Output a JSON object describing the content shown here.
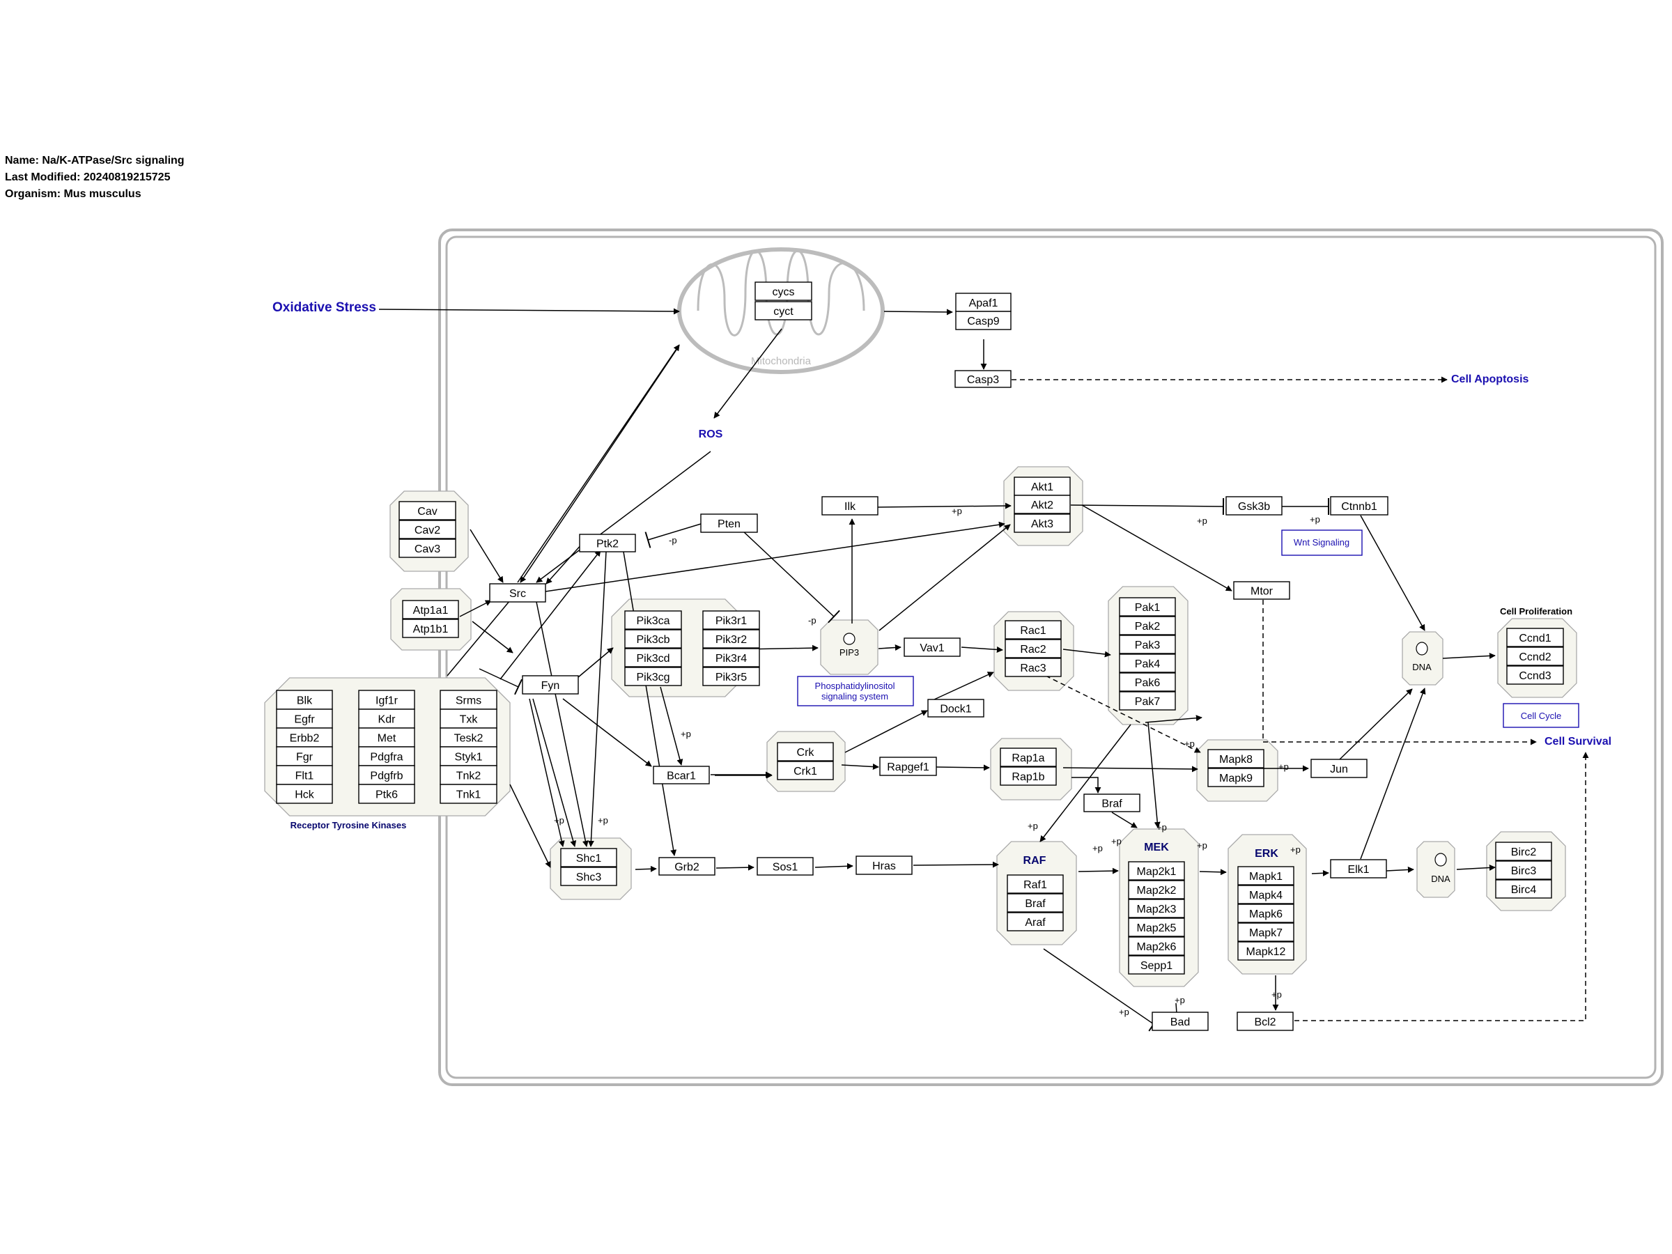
{
  "header": {
    "name": "Name: Na/K-ATPase/Src signaling",
    "modified": "Last Modified: 20240819215725",
    "organism": "Organism: Mus musculus"
  },
  "colors": {
    "accent": "#1a0fb0",
    "group_fill": "#f5f5ee",
    "group_stroke": "#aaaaaa",
    "cell_border": "#b3b3b3"
  },
  "icons": [
    "mitochondria-icon",
    "arrow-icon",
    "inhibition-icon"
  ],
  "labels": {
    "oxidative_stress": "Oxidative Stress",
    "ros": "ROS",
    "cell_apoptosis": "Cell Apoptosis",
    "cell_survival": "Cell Survival",
    "cell_proliferation": "Cell Proliferation",
    "wnt_signaling": "Wnt Signaling",
    "cell_cycle": "Cell Cycle",
    "phosphatidylinositol_1": "Phosphatidylinositol",
    "phosphatidylinositol_2": "signaling system",
    "receptor_tyrosine_kinases": "Receptor Tyrosine Kinases",
    "mitochondria": "Mitochondria",
    "raf": "RAF",
    "mek": "MEK",
    "erk": "ERK",
    "pip3": "PIP3",
    "dna": "DNA"
  },
  "genes": {
    "cycs": "cycs",
    "cyct": "cyct",
    "Apaf1": "Apaf1",
    "Casp9": "Casp9",
    "Casp3": "Casp3",
    "Cav": "Cav",
    "Cav2": "Cav2",
    "Cav3": "Cav3",
    "Atp1a1": "Atp1a1",
    "Atp1b1": "Atp1b1",
    "Src": "Src",
    "Ptk2": "Ptk2",
    "Pten": "Pten",
    "Ilk": "Ilk",
    "Akt1": "Akt1",
    "Akt2": "Akt2",
    "Akt3": "Akt3",
    "Gsk3b": "Gsk3b",
    "Ctnnb1": "Ctnnb1",
    "Mtor": "Mtor",
    "Pik3ca": "Pik3ca",
    "Pik3cb": "Pik3cb",
    "Pik3cd": "Pik3cd",
    "Pik3cg": "Pik3cg",
    "Pik3r1": "Pik3r1",
    "Pik3r2": "Pik3r2",
    "Pik3r4": "Pik3r4",
    "Pik3r5": "Pik3r5",
    "Vav1": "Vav1",
    "Rac1": "Rac1",
    "Rac2": "Rac2",
    "Rac3": "Rac3",
    "Pak1": "Pak1",
    "Pak2": "Pak2",
    "Pak3": "Pak3",
    "Pak4": "Pak4",
    "Pak6": "Pak6",
    "Pak7": "Pak7",
    "Ccnd1": "Ccnd1",
    "Ccnd2": "Ccnd2",
    "Ccnd3": "Ccnd3",
    "Blk": "Blk",
    "Egfr": "Egfr",
    "Erbb2": "Erbb2",
    "Fgr": "Fgr",
    "Flt1": "Flt1",
    "Hck": "Hck",
    "Igf1r": "Igf1r",
    "Kdr": "Kdr",
    "Met": "Met",
    "Pdgfra": "Pdgfra",
    "Pdgfrb": "Pdgfrb",
    "Ptk6": "Ptk6",
    "Srms": "Srms",
    "Txk": "Txk",
    "Tesk2": "Tesk2",
    "Styk1": "Styk1",
    "Tnk2": "Tnk2",
    "Tnk1": "Tnk1",
    "Fyn": "Fyn",
    "Dock1": "Dock1",
    "Crk": "Crk",
    "Crk1": "Crk1",
    "Bcar1": "Bcar1",
    "Rapgef1": "Rapgef1",
    "Rap1a": "Rap1a",
    "Rap1b": "Rap1b",
    "Mapk8": "Mapk8",
    "Mapk9": "Mapk9",
    "Jun": "Jun",
    "Braf_single": "Braf",
    "Shc1": "Shc1",
    "Shc3": "Shc3",
    "Grb2": "Grb2",
    "Sos1": "Sos1",
    "Hras": "Hras",
    "Raf1": "Raf1",
    "Braf": "Braf",
    "Araf": "Araf",
    "Map2k1": "Map2k1",
    "Map2k2": "Map2k2",
    "Map2k3": "Map2k3",
    "Map2k5": "Map2k5",
    "Map2k6": "Map2k6",
    "Sepp1": "Sepp1",
    "Mapk1": "Mapk1",
    "Mapk4": "Mapk4",
    "Mapk6": "Mapk6",
    "Mapk7": "Mapk7",
    "Mapk12": "Mapk12",
    "Elk1": "Elk1",
    "Birc2": "Birc2",
    "Birc3": "Birc3",
    "Birc4": "Birc4",
    "Bad": "Bad",
    "Bcl2": "Bcl2"
  },
  "edge_labels": {
    "plus_p": "+p",
    "minus_p": "-p"
  }
}
